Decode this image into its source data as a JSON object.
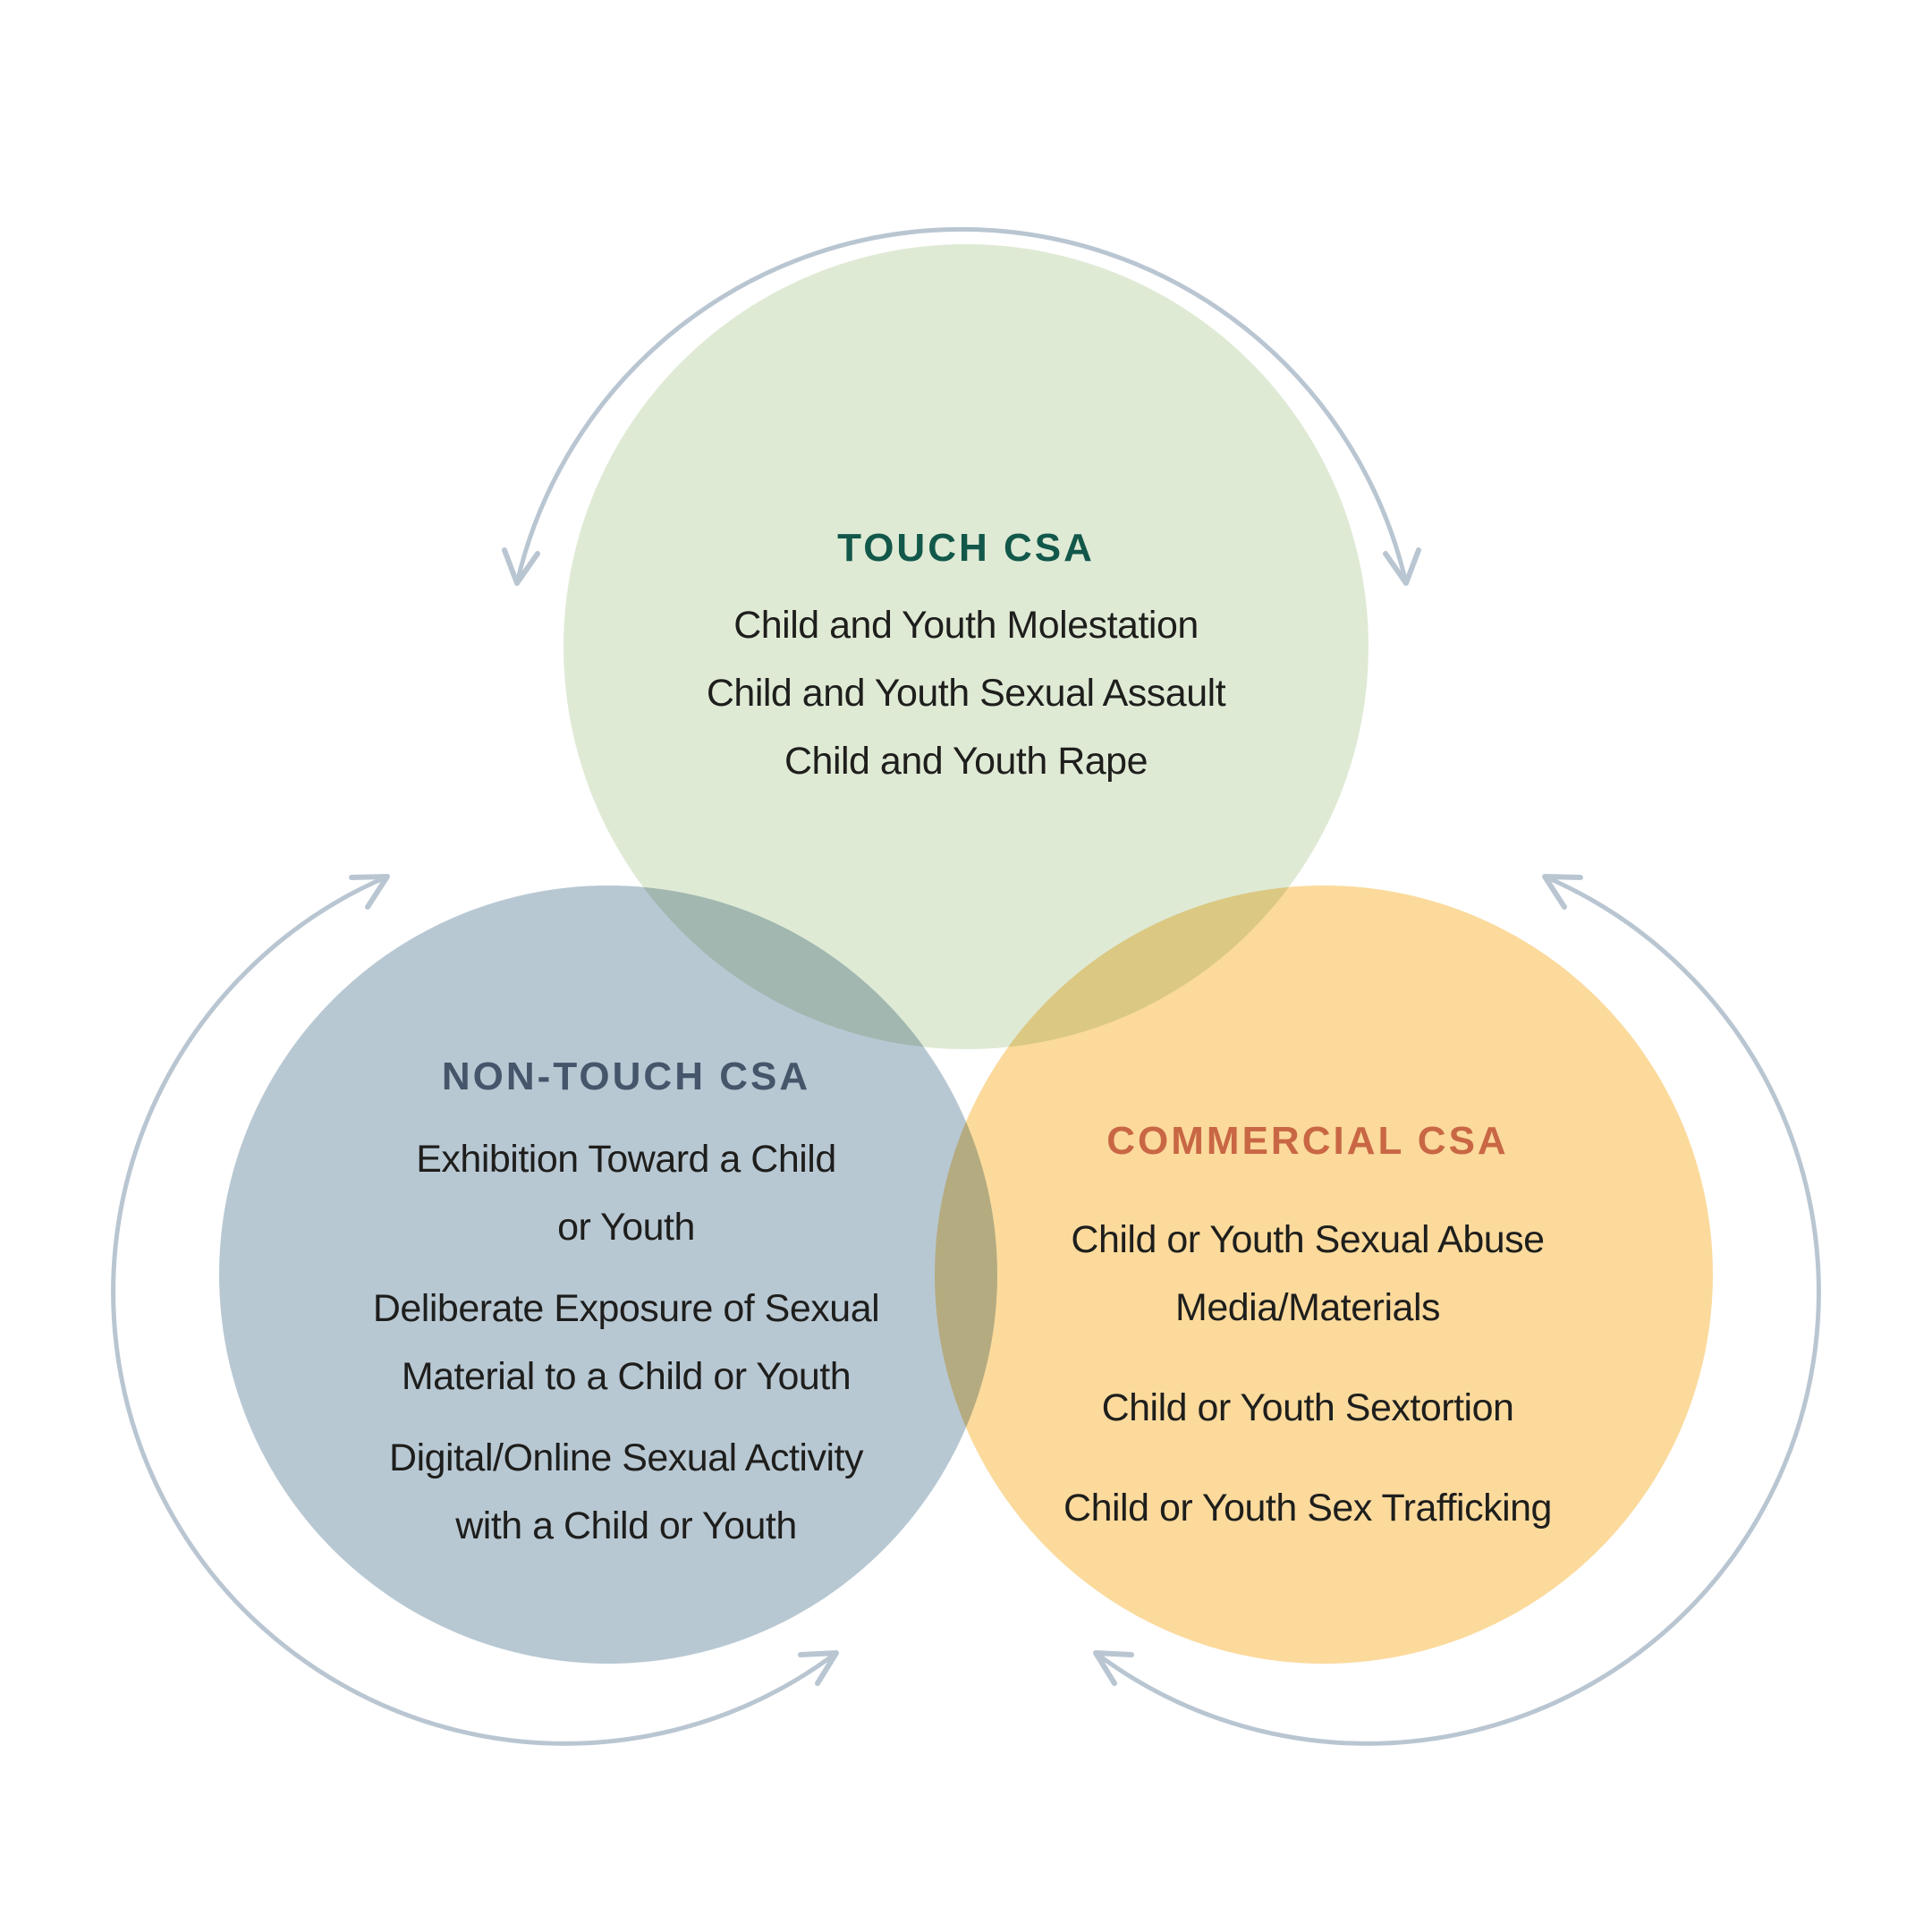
{
  "page": {
    "background_color": "#ffffff"
  },
  "diagram": {
    "type": "venn-3-circle-cycle",
    "arrow_color": "#b9c6d2",
    "body_text_color": "#1e1e1c",
    "circles": [
      {
        "id": "touch-csa",
        "title": "TOUCH CSA",
        "title_color": "#12584a",
        "fill": "#dfead5",
        "items": [
          [
            "Child and Youth Molestation"
          ],
          [
            "Child and Youth Sexual Assault"
          ],
          [
            "Child and Youth Rape"
          ]
        ]
      },
      {
        "id": "non-touch-csa",
        "title": "NON-TOUCH CSA",
        "title_color": "#45566b",
        "fill": "#b8c8d3",
        "items": [
          [
            "Exhibition Toward a Child",
            "or Youth"
          ],
          [
            "Deliberate Exposure of Sexual",
            "Material to a Child or Youth"
          ],
          [
            "Digital/Online Sexual Activity",
            "with a Child or Youth"
          ]
        ]
      },
      {
        "id": "commercial-csa",
        "title": "COMMERCIAL CSA",
        "title_color": "#c96745",
        "fill": "#fbda9c",
        "items": [
          [
            "Child or Youth Sexual Abuse",
            "Media/Materials"
          ],
          [
            "Child or Youth Sextortion"
          ],
          [
            "Child or Youth Sex Trafficking"
          ]
        ]
      }
    ]
  }
}
